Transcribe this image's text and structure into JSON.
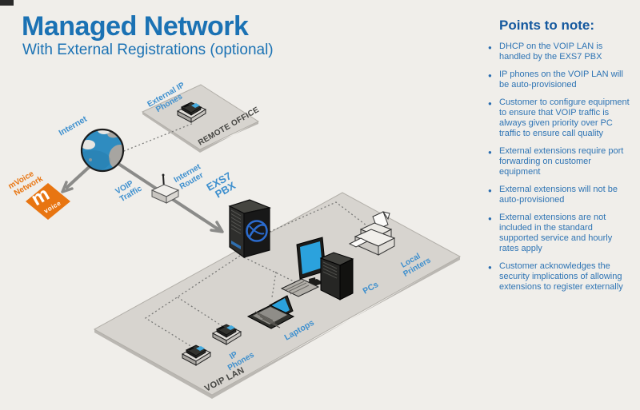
{
  "title": {
    "main": "Managed Network",
    "subtitle": "With External Registrations (optional)"
  },
  "points": {
    "heading": "Points to note:",
    "items": [
      "DHCP on the VOIP LAN is handled by the EXS7 PBX",
      "IP phones on the VOIP LAN will be auto-provisioned",
      "Customer to configure equipment to ensure that VOIP traffic is always given priority over PC traffic to ensure call quality",
      "External extensions require port forwarding on customer equipment",
      "External extensions will not be auto-provisioned",
      "External extensions are not included in the standard supported service and hourly rates apply",
      "Customer acknowledges the security implications of allowing extensions to register externally"
    ]
  },
  "diagram": {
    "labels": {
      "internet": "Internet",
      "voip_traffic_line1": "VOIP",
      "voip_traffic_line2": "Traffic",
      "internet_router_line1": "Internet",
      "internet_router_line2": "Router",
      "exs7_line1": "EXS7",
      "exs7_line2": "PBX",
      "external_ip_line1": "External IP",
      "external_ip_line2": "Phones",
      "remote_office": "REMOTE OFFICE",
      "mvoice_line1": "mVoice",
      "mvoice_line2": "Network",
      "mvoice_logo_m": "m",
      "mvoice_logo_voice": "voice",
      "ip_phones_line1": "IP",
      "ip_phones_line2": "Phones",
      "laptops": "Laptops",
      "pcs": "PCs",
      "local_printers_line1": "Local",
      "local_printers_line2": "Printers",
      "voip_lan": "VOIP LAN"
    },
    "colors": {
      "background": "#f0eeea",
      "accent_blue": "#1b72b4",
      "label_blue": "#3d8fce",
      "orange": "#e87511",
      "plane_gray": "#d7d4cf",
      "device_dark": "#1a1a18",
      "screen_blue": "#2ba2dd"
    }
  }
}
